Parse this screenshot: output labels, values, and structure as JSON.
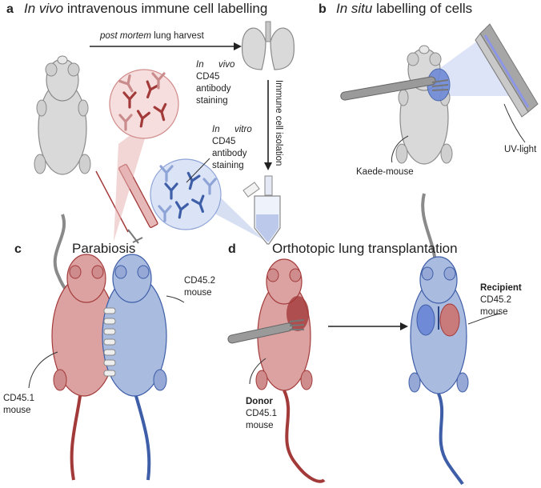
{
  "panels": {
    "a": {
      "letter": "a",
      "title_italic": "In vivo",
      "title_rest": " intravenous immune cell labelling",
      "harvest_italic": "post mortem",
      "harvest_rest": " lung harvest",
      "isolation": "Immune cell isolation",
      "invivo": {
        "w1": "In",
        "w2": "vivo",
        "l2": "CD45",
        "l3": "antibody",
        "l4": "staining"
      },
      "invitro": {
        "w1": "In",
        "w2": "vitro",
        "l2": "CD45",
        "l3": "antibody",
        "l4": "staining"
      }
    },
    "b": {
      "letter": "b",
      "title_italic": "In situ",
      "title_rest": " labelling of cells",
      "uv": "UV-light",
      "kaede": "Kaede-mouse"
    },
    "c": {
      "letter": "c",
      "title": "Parabiosis",
      "right_l1": "CD45.2",
      "right_l2": "mouse",
      "left_l1": "CD45.1",
      "left_l2": "mouse"
    },
    "d": {
      "letter": "d",
      "title": "Orthotopic lung transplantation",
      "recipient_b": "Recipient",
      "recipient_l2": "CD45.2",
      "recipient_l3": "mouse",
      "donor_b": "Donor",
      "donor_l2": "CD45.1",
      "donor_l3": "mouse"
    }
  },
  "colors": {
    "grey_body": "#d9d9d9",
    "grey_outline": "#8a8a8a",
    "red_body": "#dca2a2",
    "red_dark": "#a33a3a",
    "blue_body": "#aabbe0",
    "blue_dark": "#3e5ea8"
  }
}
